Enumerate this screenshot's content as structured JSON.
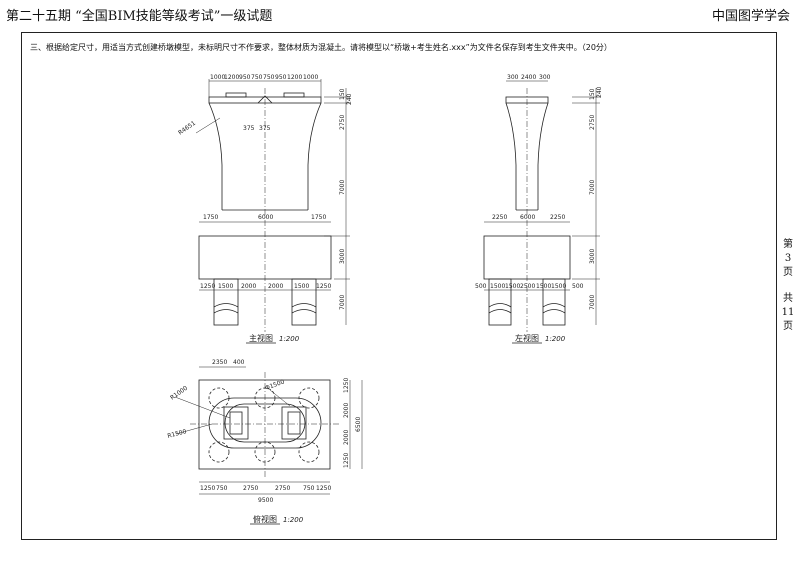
{
  "header": {
    "exam_title": "第二十五期 “全国BIM技能等级考试”一级试题",
    "organization": "中国图学学会"
  },
  "question": {
    "text": "三、根据给定尺寸，用适当方式创建桥墩模型，未标明尺寸不作要求，整体材质为混凝土。请将模型以“桥墩+考生姓名.xxx”为文件名保存到考生文件夹中。（20分）"
  },
  "pager": {
    "page_label_1": "第",
    "page_number": "3",
    "page_label_2": "页",
    "total_label_1": "共",
    "total_number": "11",
    "total_label_2": "页"
  },
  "views": {
    "front": {
      "label": "主视图",
      "scale": "1:200"
    },
    "left": {
      "label": "左视图",
      "scale": "1:200"
    },
    "top": {
      "label": "俯视图",
      "scale": "1:200"
    }
  },
  "dimensions": {
    "front_top": [
      "1000",
      "1200",
      "950",
      "750",
      "750",
      "950",
      "1200",
      "1000"
    ],
    "front_right": [
      "150",
      "240",
      "2750",
      "7000",
      "3000",
      "7000"
    ],
    "front_mid": [
      "1750",
      "6000",
      "1750"
    ],
    "front_bottom": [
      "1250",
      "1500",
      "2000",
      "2000",
      "1500",
      "1250"
    ],
    "front_radius": "R4651",
    "front_inner": [
      "375",
      "375"
    ],
    "left_top": [
      "300",
      "2400",
      "300"
    ],
    "left_right": [
      "150",
      "240",
      "2750",
      "7000",
      "3000",
      "7000"
    ],
    "left_mid": [
      "2250",
      "6000",
      "2250"
    ],
    "left_bottom": [
      "500",
      "1500",
      "1500",
      "2500",
      "1500",
      "1500",
      "500"
    ],
    "top_top": [
      "2350",
      "400"
    ],
    "top_radii": [
      "R1000",
      "R1500",
      "Φ1500"
    ],
    "top_right": [
      "1250",
      "2000",
      "2000",
      "1250"
    ],
    "top_right_total": "6500",
    "top_bottom": [
      "1250",
      "750",
      "2750",
      "2750",
      "750",
      "1250"
    ],
    "top_bottom_total": "9500"
  }
}
